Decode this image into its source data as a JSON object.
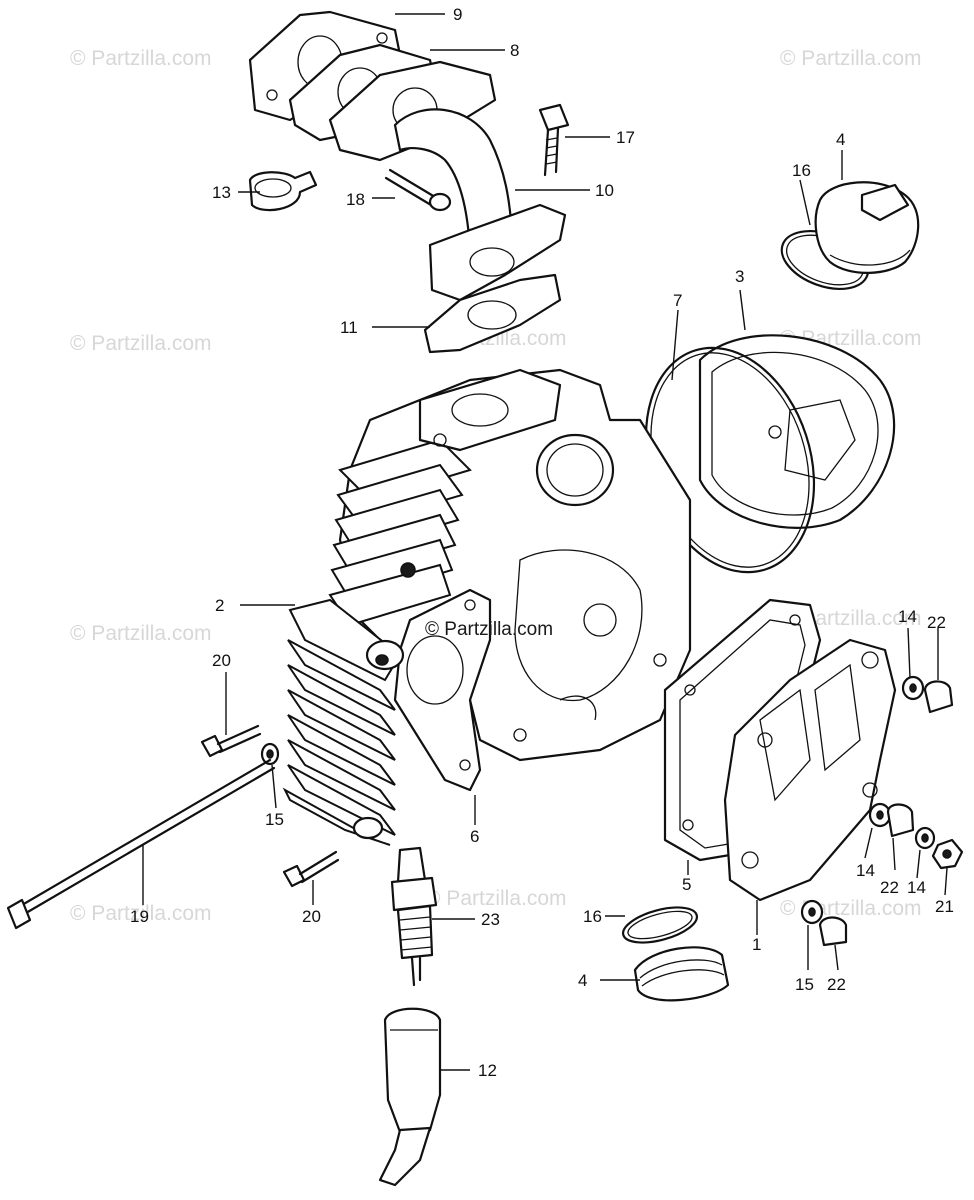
{
  "watermark": {
    "text": "© Partzilla.com",
    "center_text": "© Partzilla.com"
  },
  "callouts": {
    "c1": "1",
    "c2": "2",
    "c3": "3",
    "c4a": "4",
    "c4b": "4",
    "c5": "5",
    "c6": "6",
    "c7": "7",
    "c8": "8",
    "c9": "9",
    "c10": "10",
    "c11": "11",
    "c12": "12",
    "c13": "13",
    "c14a": "14",
    "c14b": "14",
    "c14c": "14",
    "c15a": "15",
    "c15b": "15",
    "c16a": "16",
    "c16b": "16",
    "c17": "17",
    "c18": "18",
    "c19": "19",
    "c20a": "20",
    "c20b": "20",
    "c21": "21",
    "c22a": "22",
    "c22b": "22",
    "c22c": "22",
    "c23": "23"
  }
}
